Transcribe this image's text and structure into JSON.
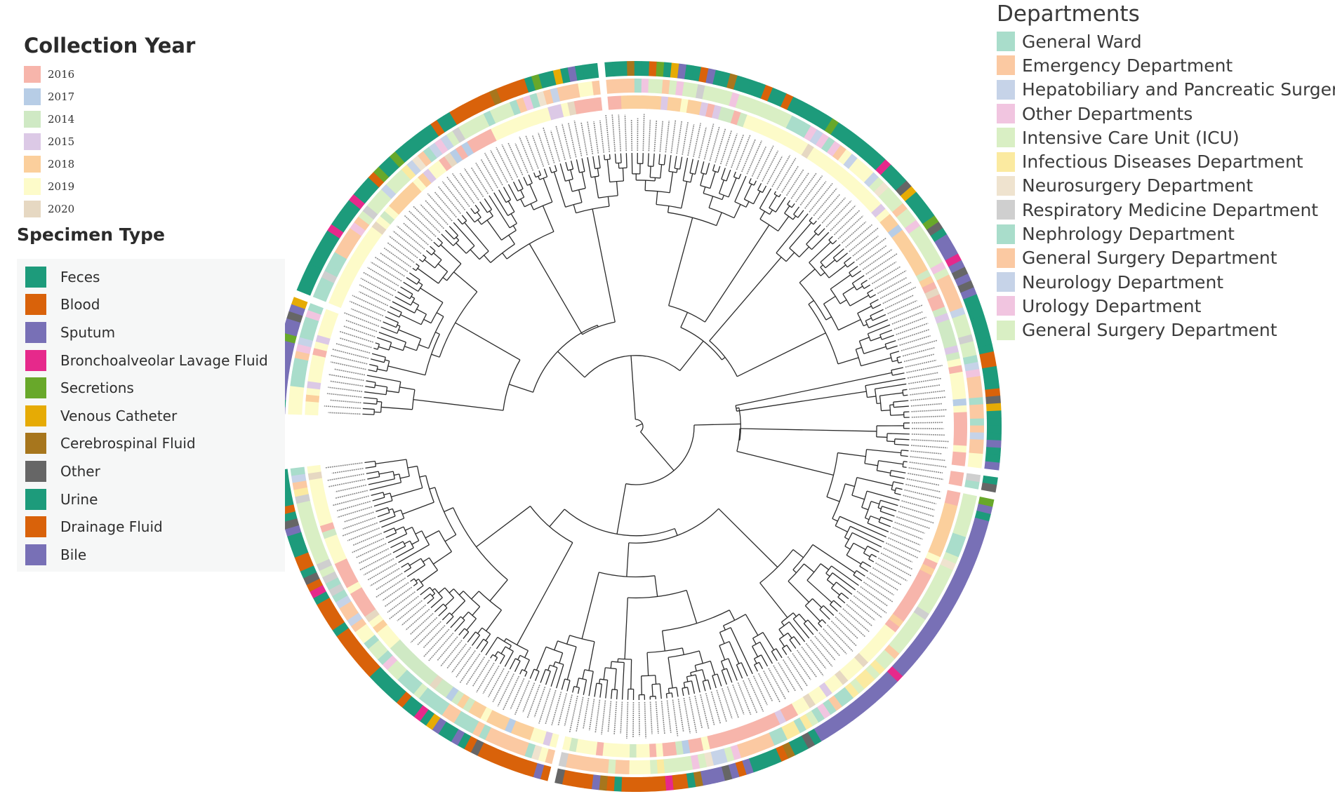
{
  "figure": {
    "year_legend": {
      "title": "Collection Year",
      "items": [
        {
          "label": "2016",
          "color": "#f7b5ab"
        },
        {
          "label": "2017",
          "color": "#b7cde6"
        },
        {
          "label": "2014",
          "color": "#cfe9c4"
        },
        {
          "label": "2015",
          "color": "#dcc9e6"
        },
        {
          "label": "2018",
          "color": "#fbcf9c"
        },
        {
          "label": "2019",
          "color": "#fdfbc9"
        },
        {
          "label": "2020",
          "color": "#e6d8c2"
        }
      ]
    },
    "specimen_legend": {
      "title": "Specimen Type",
      "items": [
        {
          "label": "Feces",
          "color": "#1d9b7b"
        },
        {
          "label": "Blood",
          "color": "#d9620a"
        },
        {
          "label": "Sputum",
          "color": "#7870b6"
        },
        {
          "label": "Bronchoalveolar Lavage Fluid",
          "color": "#e6298b"
        },
        {
          "label": "Secretions",
          "color": "#68a82a"
        },
        {
          "label": "Venous Catheter",
          "color": "#e6ab05"
        },
        {
          "label": "Cerebrospinal Fluid",
          "color": "#a7761d"
        },
        {
          "label": "Other",
          "color": "#666666"
        },
        {
          "label": "Urine",
          "color": "#1d9b7b"
        },
        {
          "label": "Drainage Fluid",
          "color": "#d9620a"
        },
        {
          "label": "Bile",
          "color": "#7870b6"
        }
      ]
    },
    "dept_legend": {
      "title": "Departments",
      "items": [
        {
          "label": "General Ward",
          "color": "#a9ddcb"
        },
        {
          "label": "Emergency Department",
          "color": "#fbc9a2"
        },
        {
          "label": "Hepatobiliary and Pancreatic Surgery",
          "color": "#c6d3e8"
        },
        {
          "label": "Other Departments",
          "color": "#f1c5e0"
        },
        {
          "label": "Intensive Care Unit (ICU)",
          "color": "#d9efc4"
        },
        {
          "label": "Infectious Diseases Department",
          "color": "#fbeaa0"
        },
        {
          "label": "Neurosurgery Department",
          "color": "#efe3cf"
        },
        {
          "label": "Respiratory Medicine Department",
          "color": "#cfcfcf"
        },
        {
          "label": "Nephrology Department",
          "color": "#a9ddcb"
        },
        {
          "label": "General Surgery Department",
          "color": "#fbc9a2"
        },
        {
          "label": "Neurology Department",
          "color": "#c6d3e8"
        },
        {
          "label": "Urology Department",
          "color": "#f1c5e0"
        },
        {
          "label": "General Surgery Department",
          "color": "#d9efc4"
        }
      ]
    },
    "tree": {
      "leaf_count": 300,
      "trunk_color": "#2a2a2a",
      "leaf_label_color": "#8a8a8a"
    }
  }
}
